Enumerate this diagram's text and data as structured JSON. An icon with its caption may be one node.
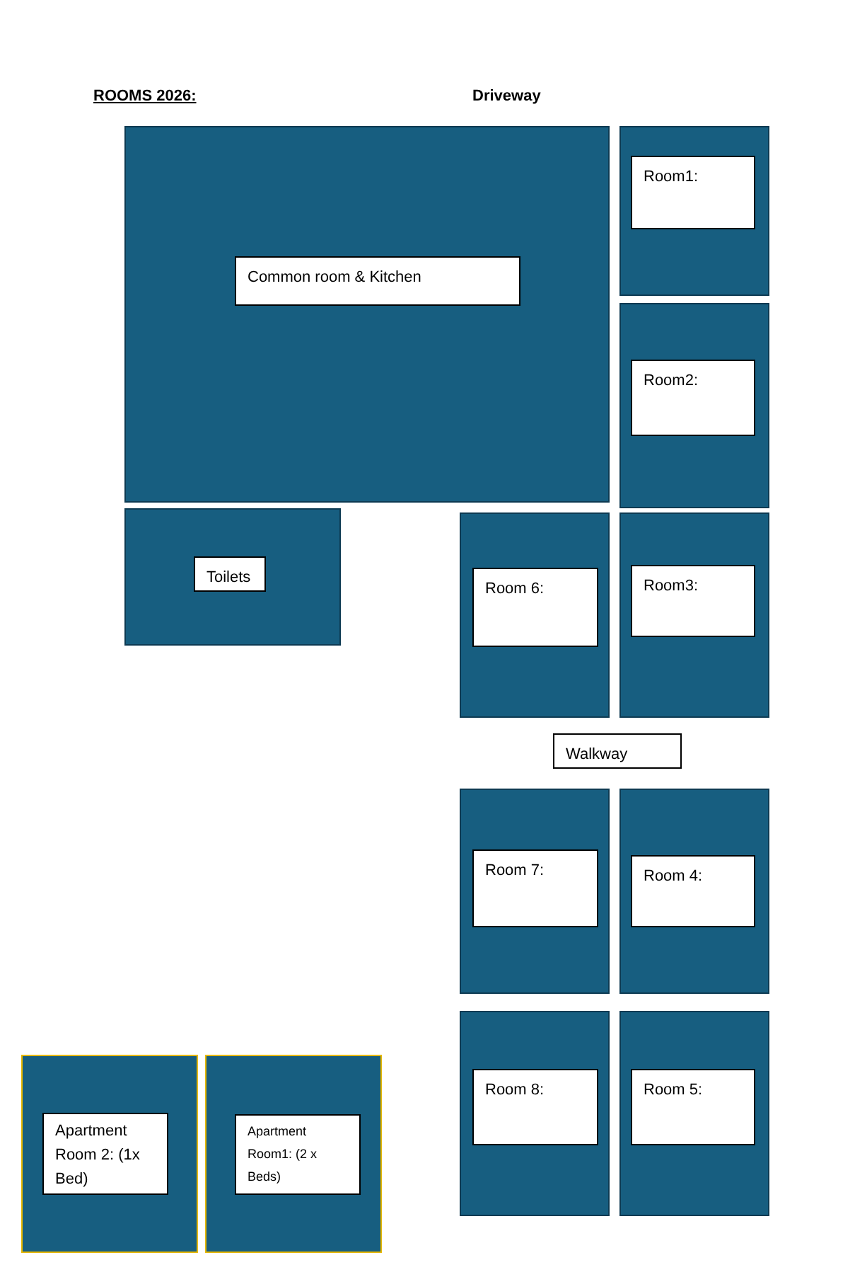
{
  "diagram": {
    "title": "ROOMS 2026:",
    "nodes": [
      {
        "text": [],
        "shape": "box"
      },
      {
        "text": [
          "Common room & Kitchen"
        ],
        "in": 0
      },
      {
        "text": [],
        "shape": "box"
      },
      {
        "text": [
          "Room1:"
        ],
        "in": 2
      },
      {
        "text": [],
        "shape": "box"
      },
      {
        "text": [
          "Room2:"
        ],
        "in": 4
      },
      {
        "text": [],
        "shape": "box"
      },
      {
        "text": [
          "Toilets"
        ],
        "in": 6
      },
      {
        "text": [],
        "shape": "box"
      },
      {
        "text": [
          "Room 6:"
        ],
        "in": 8
      },
      {
        "text": [],
        "shape": "box"
      },
      {
        "text": [
          "Room3:"
        ],
        "in": 10
      },
      {
        "text": [
          "Walkway"
        ]
      },
      {
        "text": [],
        "shape": "box"
      },
      {
        "text": [
          "Room 7:"
        ],
        "in": 13
      },
      {
        "text": [],
        "shape": "box"
      },
      {
        "text": [
          "Room 4:"
        ],
        "in": 15
      },
      {
        "text": [],
        "shape": "box"
      },
      {
        "text": [
          "Room 8:"
        ],
        "in": 17
      },
      {
        "text": [],
        "shape": "box"
      },
      {
        "text": [
          "Room 5:"
        ],
        "in": 19
      },
      {
        "text": [],
        "shape": "box"
      },
      {
        "text": [
          "Apartment Room 2: (1x Bed)"
        ],
        "in": 21
      },
      {
        "text": [],
        "shape": "box"
      },
      {
        "text": [
          "Apartment Room1: (2 x Beds)"
        ],
        "in": 23
      }
    ],
    "labels": [
      "Driveway"
    ]
  }
}
